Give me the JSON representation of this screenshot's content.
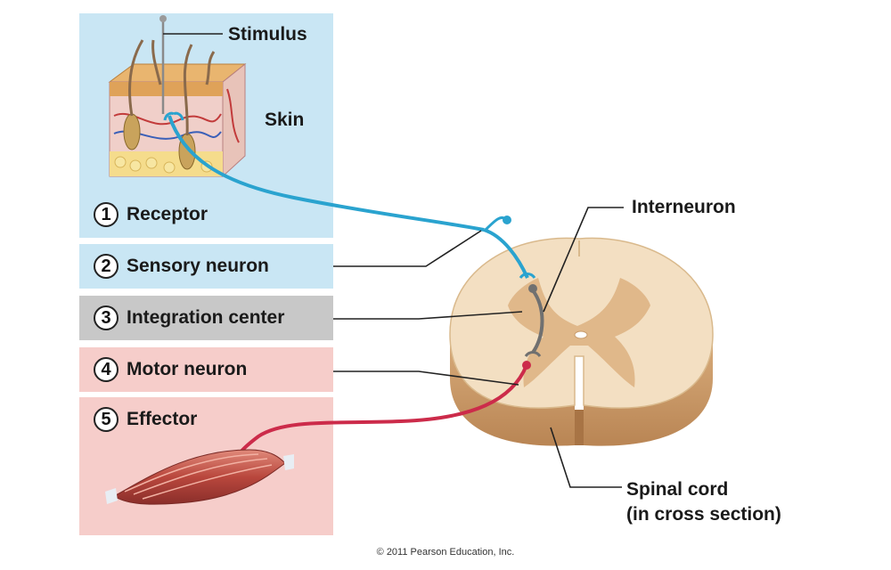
{
  "steps": [
    {
      "number": "1",
      "label": "Receptor"
    },
    {
      "number": "2",
      "label": "Sensory neuron"
    },
    {
      "number": "3",
      "label": "Integration center"
    },
    {
      "number": "4",
      "label": "Motor neuron"
    },
    {
      "number": "5",
      "label": "Effector"
    }
  ],
  "labels": {
    "stimulus": "Stimulus",
    "skin": "Skin",
    "interneuron": "Interneuron",
    "spinal_cord_line1": "Spinal cord",
    "spinal_cord_line2": "(in cross section)"
  },
  "copyright": "© 2011 Pearson Education, Inc.",
  "colors": {
    "receptor_panel": "#c9e6f4",
    "integration_panel": "#c8c8c8",
    "motor_panel": "#f6cdca",
    "sensory_neuron": "#2aa3cf",
    "interneuron": "#707070",
    "motor_neuron": "#cc2b4a"
  }
}
